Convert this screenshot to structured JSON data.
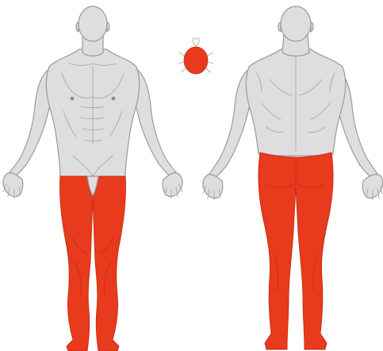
{
  "figure": {
    "views": [
      "front",
      "back"
    ],
    "highlighted_region": "legs",
    "icon": "tick-icon"
  },
  "colors": {
    "background": "#ffffff",
    "skin": "#dedede",
    "outline": "#9a9a9a",
    "detail": "#a8a8a8",
    "accent": "#e83a1c",
    "accent_dark": "#c42d12"
  }
}
